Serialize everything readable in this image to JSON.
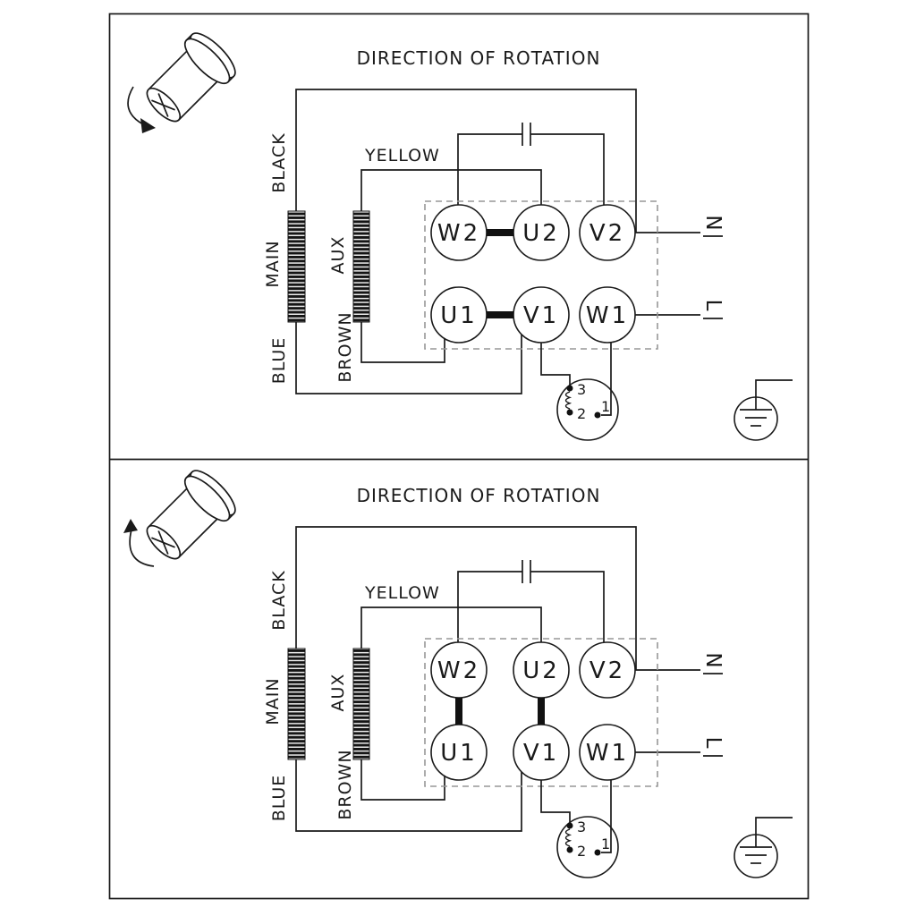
{
  "panels": [
    {
      "title": "DIRECTION OF ROTATION",
      "wires": {
        "black": "BLACK",
        "yellow": "YELLOW",
        "blue": "BLUE",
        "brown": "BROWN"
      },
      "windings": {
        "main": "MAIN",
        "aux": "AUX"
      },
      "terminals": {
        "w2": "W2",
        "u2": "U2",
        "v2": "V2",
        "u1": "U1",
        "v1": "V1",
        "w1": "W1"
      },
      "supply": {
        "neutral": "N",
        "live": "L"
      },
      "protector": {
        "t3": "3",
        "t2": "2",
        "t1": "1"
      },
      "links": [
        [
          "W2",
          "U2"
        ],
        [
          "U1",
          "V1"
        ]
      ],
      "rotation_arrow": "clockwise"
    },
    {
      "title": "DIRECTION OF ROTATION",
      "wires": {
        "black": "BLACK",
        "yellow": "YELLOW",
        "blue": "BLUE",
        "brown": "BROWN"
      },
      "windings": {
        "main": "MAIN",
        "aux": "AUX"
      },
      "terminals": {
        "w2": "W2",
        "u2": "U2",
        "v2": "V2",
        "u1": "U1",
        "v1": "V1",
        "w1": "W1"
      },
      "supply": {
        "neutral": "N",
        "live": "L"
      },
      "protector": {
        "t3": "3",
        "t2": "2",
        "t1": "1"
      },
      "links": [
        [
          "W2",
          "U1"
        ],
        [
          "U2",
          "V1"
        ]
      ],
      "rotation_arrow": "counter-clockwise"
    }
  ],
  "colors": {
    "line": "#1a1a1a",
    "terminal_box_dash": "#979797"
  }
}
